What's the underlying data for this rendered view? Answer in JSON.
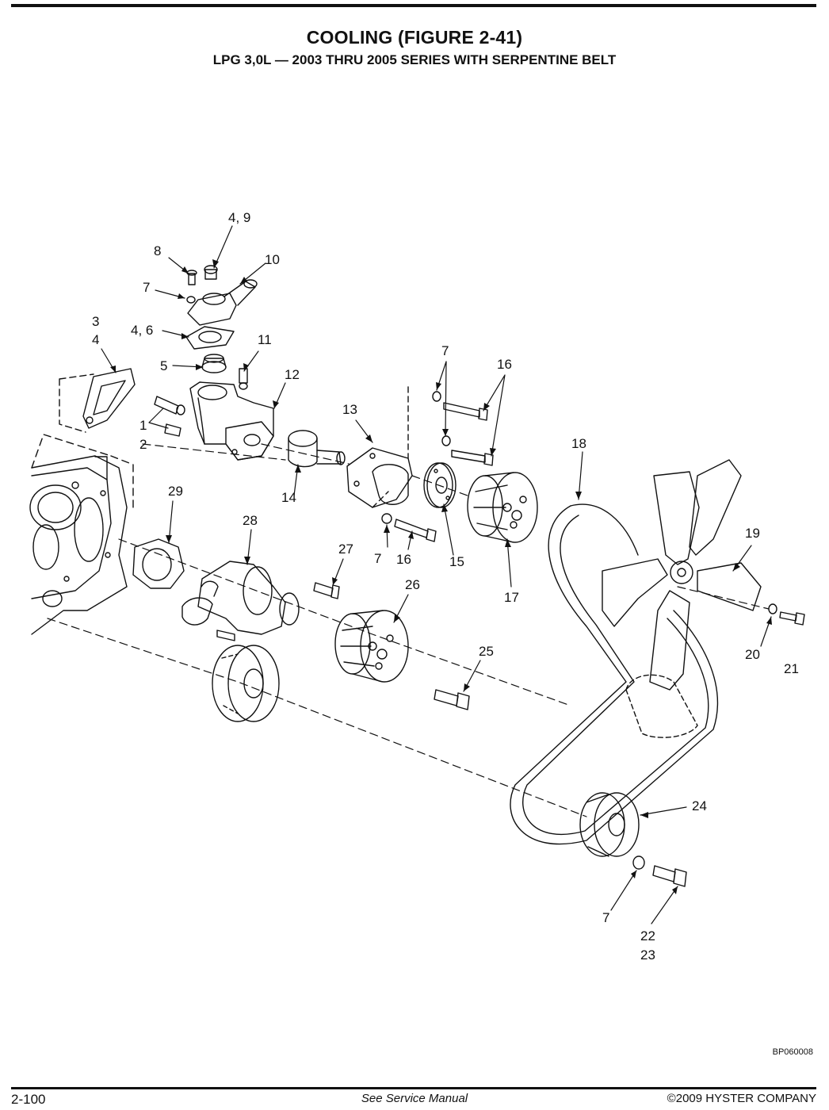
{
  "header": {
    "title": "COOLING (FIGURE 2-41)",
    "subtitle": "LPG 3,0L — 2003 THRU 2005 SERIES WITH SERPENTINE BELT"
  },
  "callouts": {
    "c4_9": "4, 9",
    "c8": "8",
    "c10": "10",
    "c7a": "7",
    "c3": "3",
    "c4": "4",
    "c4_6": "4, 6",
    "c11": "11",
    "c5": "5",
    "c12": "12",
    "c1": "1",
    "c2": "2",
    "c13": "13",
    "c7b": "7",
    "c16a": "16",
    "c18": "18",
    "c29": "29",
    "c14": "14",
    "c28": "28",
    "c27": "27",
    "c7c": "7",
    "c16b": "16",
    "c15": "15",
    "c17": "17",
    "c19": "19",
    "c26": "26",
    "c20": "20",
    "c21": "21",
    "c25": "25",
    "c24": "24",
    "c7d": "7",
    "c22": "22",
    "c23": "23"
  },
  "figure_code": "BP060008",
  "footer": {
    "page_number": "2-100",
    "center_text": "See Service Manual",
    "copyright": "©2009 HYSTER COMPANY"
  }
}
